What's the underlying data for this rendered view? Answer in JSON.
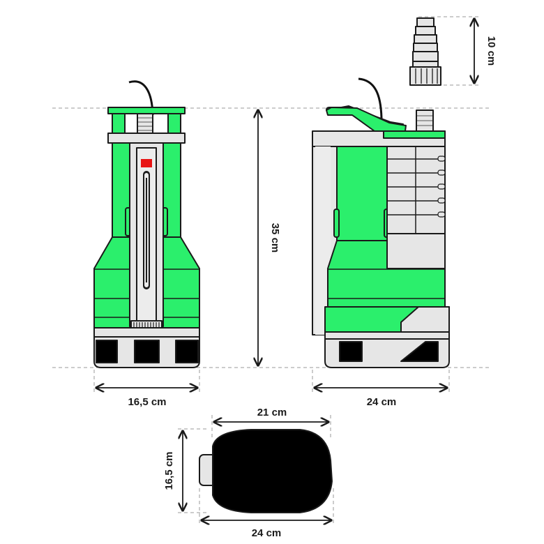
{
  "colors": {
    "green": "#2bef6c",
    "light_gray": "#e6e6e6",
    "mid_gray": "#d4d4d4",
    "dark": "#1a1a1a",
    "black": "#000000",
    "red": "#e81414",
    "guide": "#9a9a9a"
  },
  "dimensions": {
    "height": "35 cm",
    "front_width": "16,5 cm",
    "side_width": "24 cm",
    "connector_height": "10 cm",
    "top_length": "21 cm",
    "top_width": "16,5 cm",
    "top_depth": "24 cm"
  }
}
